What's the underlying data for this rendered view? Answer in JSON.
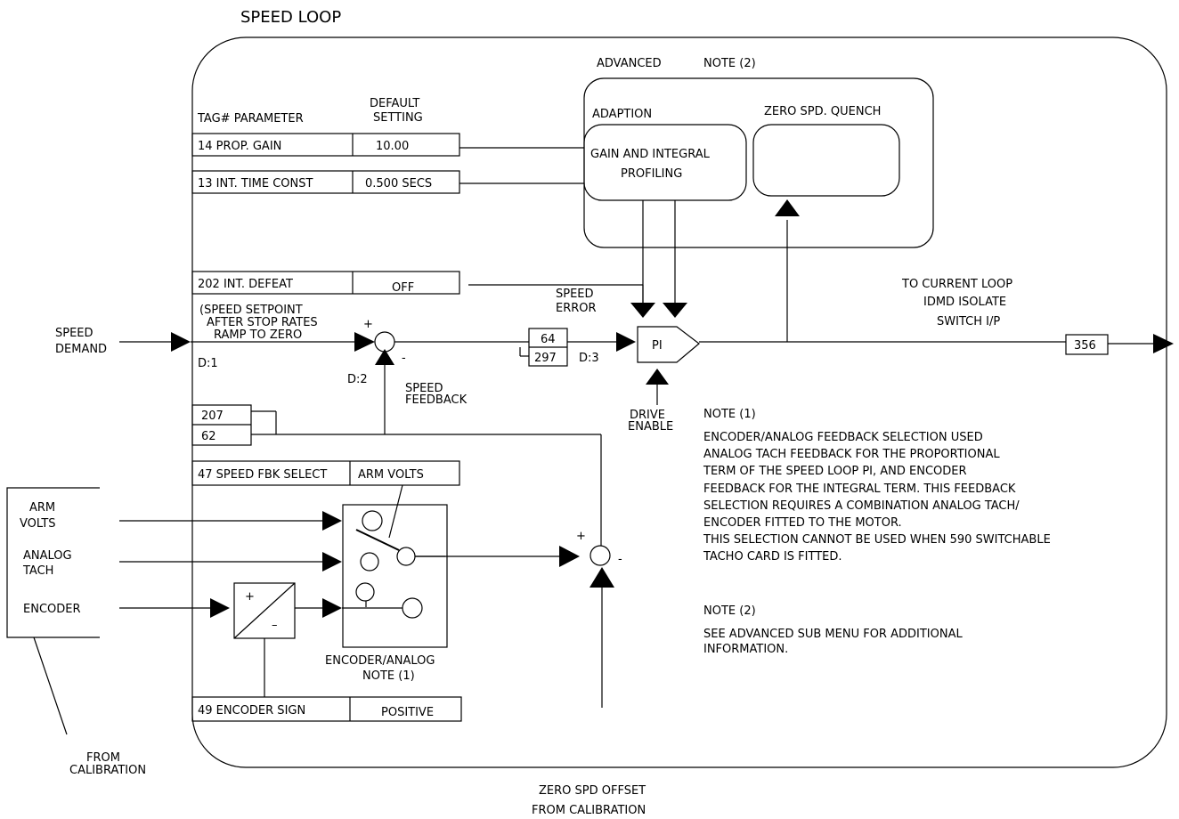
{
  "title": "SPEED LOOP",
  "advanced": {
    "label": "ADVANCED",
    "note": "NOTE (2)",
    "adaption_label": "ADAPTION",
    "adaption_box_line1": "GAIN AND INTEGRAL",
    "adaption_box_line2": "PROFILING",
    "quench_label": "ZERO SPD. QUENCH"
  },
  "param_header": {
    "tag_parameter": "TAG#  PARAMETER",
    "default_line1": "DEFAULT",
    "default_line2": "SETTING"
  },
  "params": {
    "prop_gain": {
      "name": "14  PROP. GAIN",
      "value": "10.00"
    },
    "int_time": {
      "name": "13  INT. TIME CONST",
      "value": "0.500 SECS"
    },
    "int_defeat": {
      "name": "202  INT. DEFEAT",
      "value": "OFF"
    },
    "fbk_select": {
      "name": "47 SPEED FBK SELECT",
      "value": "ARM VOLTS"
    },
    "enc_sign": {
      "name": "49  ENCODER SIGN",
      "value": "POSITIVE"
    }
  },
  "speed_demand": {
    "line1": "SPEED",
    "line2": "DEMAND"
  },
  "setpoint_note": {
    "line1": "(SPEED SETPOINT",
    "line2": "AFTER STOP RATES",
    "line3": "RAMP TO ZERO"
  },
  "diag": {
    "d1": "D:1",
    "d2": "D:2",
    "d3": "D:3"
  },
  "signs": {
    "plus": "+",
    "minus": "-"
  },
  "speed_feedback": {
    "line1": "SPEED",
    "line2": "FEEDBACK"
  },
  "speed_error": {
    "line1": "SPEED",
    "line2": "ERROR"
  },
  "tags": {
    "t64": "64",
    "t297": "297",
    "t207": "207",
    "t62": "62",
    "t356": "356"
  },
  "pi_label": "PI",
  "drive_enable": {
    "line1": "DRIVE",
    "line2": "ENABLE"
  },
  "to_current_loop": {
    "line1": "TO CURRENT LOOP",
    "line2": "IDMD ISOLATE",
    "line3": "SWITCH I/P"
  },
  "inputs": {
    "arm_volts": {
      "line1": "ARM",
      "line2": "VOLTS"
    },
    "analog_tach": {
      "line1": "ANALOG",
      "line2": "TACH"
    },
    "encoder": "ENCODER",
    "from_calibration": {
      "line1": "FROM",
      "line2": "CALIBRATION"
    }
  },
  "converter": {
    "plus": "+",
    "minus": "–"
  },
  "encoder_analog": {
    "line1": "ENCODER/ANALOG",
    "line2": "NOTE (1)"
  },
  "zero_offset": {
    "line1": "ZERO SPD OFFSET",
    "line2": "FROM CALIBRATION"
  },
  "note1": {
    "title": "NOTE (1)",
    "lines": [
      "ENCODER/ANALOG FEEDBACK SELECTION USED",
      "ANALOG TACH FEEDBACK FOR THE PROPORTIONAL",
      "TERM OF THE SPEED LOOP PI, AND ENCODER",
      "FEEDBACK FOR THE INTEGRAL TERM. THIS FEEDBACK",
      "SELECTION REQUIRES A COMBINATION ANALOG TACH/",
      "ENCODER FITTED TO THE MOTOR.",
      "THIS SELECTION CANNOT BE USED WHEN 590 SWITCHABLE",
      "TACHO CARD IS FITTED."
    ]
  },
  "note2": {
    "title": "NOTE (2)",
    "lines": [
      "SEE ADVANCED SUB MENU FOR ADDITIONAL",
      "INFORMATION."
    ]
  }
}
